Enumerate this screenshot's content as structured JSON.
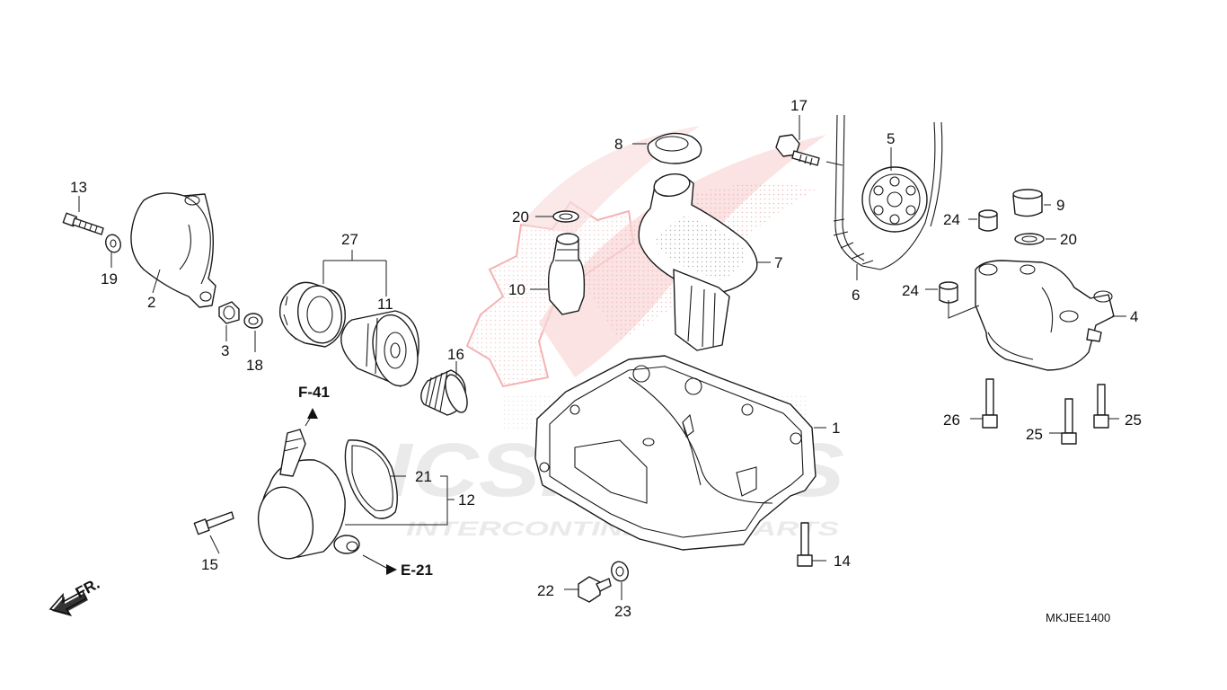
{
  "watermark": {
    "brand": "ICSPARTS",
    "tagline": "INTERCONTINENTAL PARTS",
    "logo_color": "#e23b3b",
    "text_color": "#dcdcdc"
  },
  "callouts": {
    "c1": "1",
    "c2": "2",
    "c3": "3",
    "c4": "4",
    "c5": "5",
    "c6": "6",
    "c7": "7",
    "c8": "8",
    "c9": "9",
    "c10": "10",
    "c11": "11",
    "c12": "12",
    "c13": "13",
    "c14": "14",
    "c15": "15",
    "c16": "16",
    "c17": "17",
    "c18": "18",
    "c19": "19",
    "c20a": "20",
    "c20b": "20",
    "c21": "21",
    "c22": "22",
    "c23": "23",
    "c24a": "24",
    "c24b": "24",
    "c25a": "25",
    "c25b": "25",
    "c26": "26",
    "c27": "27"
  },
  "references": {
    "f41": "F-41",
    "e21": "E-21",
    "front": "FR."
  },
  "diagram_code": "MKJEE1400"
}
